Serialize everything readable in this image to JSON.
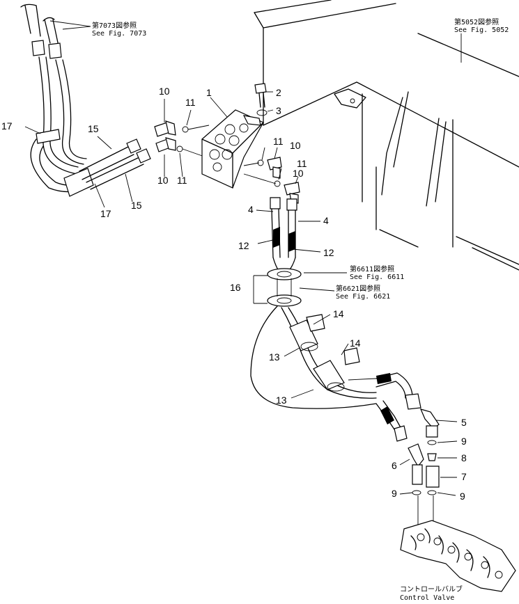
{
  "references": {
    "top_left_jp": "第7073図参照",
    "top_left_en": "See Fig. 7073",
    "top_right_jp": "第5052図参照",
    "top_right_en": "See Fig. 5052",
    "mid_upper_jp": "第6611図参照",
    "mid_upper_en": "See Fig. 6611",
    "mid_lower_jp": "第6621図参照",
    "mid_lower_en": "See Fig. 6621"
  },
  "callouts": {
    "p1": "1",
    "p2": "2",
    "p3": "3",
    "p4a": "4",
    "p4b": "4",
    "p5": "5",
    "p6": "6",
    "p7": "7",
    "p8": "8",
    "p9a": "9",
    "p9b": "9",
    "p9c": "9",
    "p10a": "10",
    "p10b": "10",
    "p10c": "10",
    "p10d": "10",
    "p11a": "11",
    "p11b": "11",
    "p11c": "11",
    "p11d": "11",
    "p12a": "12",
    "p12b": "12",
    "p13a": "13",
    "p13b": "13",
    "p14a": "14",
    "p14b": "14",
    "p15a": "15",
    "p15b": "15",
    "p16": "16",
    "p17a": "17",
    "p17b": "17"
  },
  "control_valve": {
    "label_jp": "コントロールバルブ",
    "label_en": "Control Valve"
  }
}
